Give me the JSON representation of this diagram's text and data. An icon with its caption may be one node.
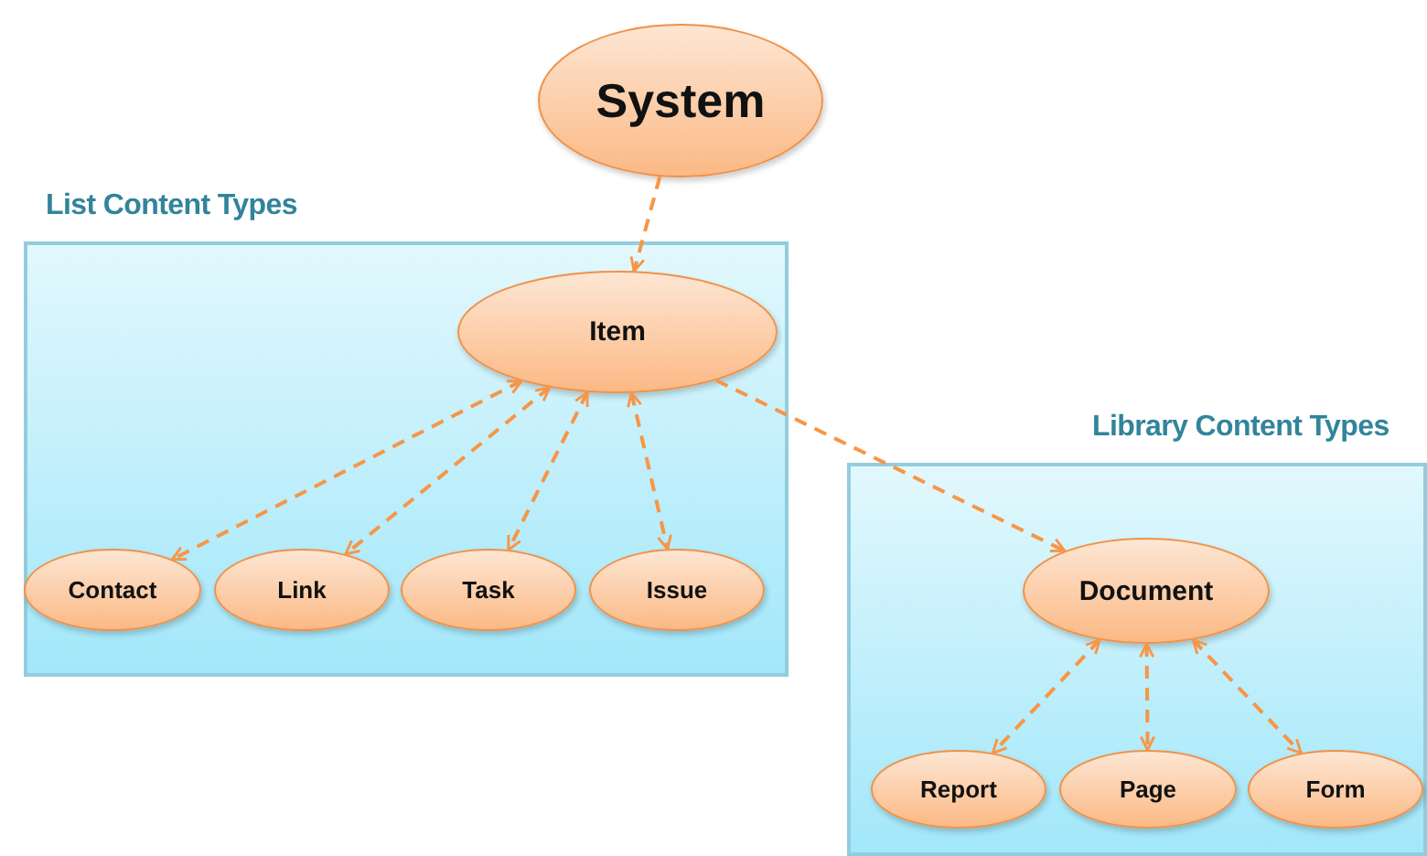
{
  "diagram": {
    "nodes": [
      {
        "text": [
          "System"
        ]
      },
      {
        "text": [
          "List Content Types"
        ]
      },
      {
        "text": [
          "Item"
        ],
        "in": 1
      },
      {
        "text": [
          "Contact"
        ],
        "in": 1
      },
      {
        "text": [
          "Link"
        ],
        "in": 1
      },
      {
        "text": [
          "Task"
        ],
        "in": 1
      },
      {
        "text": [
          "Issue"
        ],
        "in": 1
      },
      {
        "text": [
          "Library Content Types"
        ]
      },
      {
        "text": [
          "Document"
        ],
        "in": 7
      },
      {
        "text": [
          "Report"
        ],
        "in": 7
      },
      {
        "text": [
          "Page"
        ],
        "in": 7
      },
      {
        "text": [
          "Form"
        ],
        "in": 7
      }
    ],
    "edges": [
      {
        "from": 0,
        "to": 2,
        "arrow": "to",
        "style": "dashed"
      },
      {
        "from": 2,
        "to": 3,
        "arrow": "both",
        "style": "dashed"
      },
      {
        "from": 2,
        "to": 4,
        "arrow": "both",
        "style": "dashed"
      },
      {
        "from": 2,
        "to": 5,
        "arrow": "both",
        "style": "dashed"
      },
      {
        "from": 2,
        "to": 6,
        "arrow": "both",
        "style": "dashed"
      },
      {
        "from": 2,
        "to": 8,
        "arrow": "to",
        "style": "dashed"
      },
      {
        "from": 8,
        "to": 9,
        "arrow": "both",
        "style": "dashed"
      },
      {
        "from": 8,
        "to": 10,
        "arrow": "both",
        "style": "dashed"
      },
      {
        "from": 8,
        "to": 11,
        "arrow": "both",
        "style": "dashed"
      }
    ]
  }
}
